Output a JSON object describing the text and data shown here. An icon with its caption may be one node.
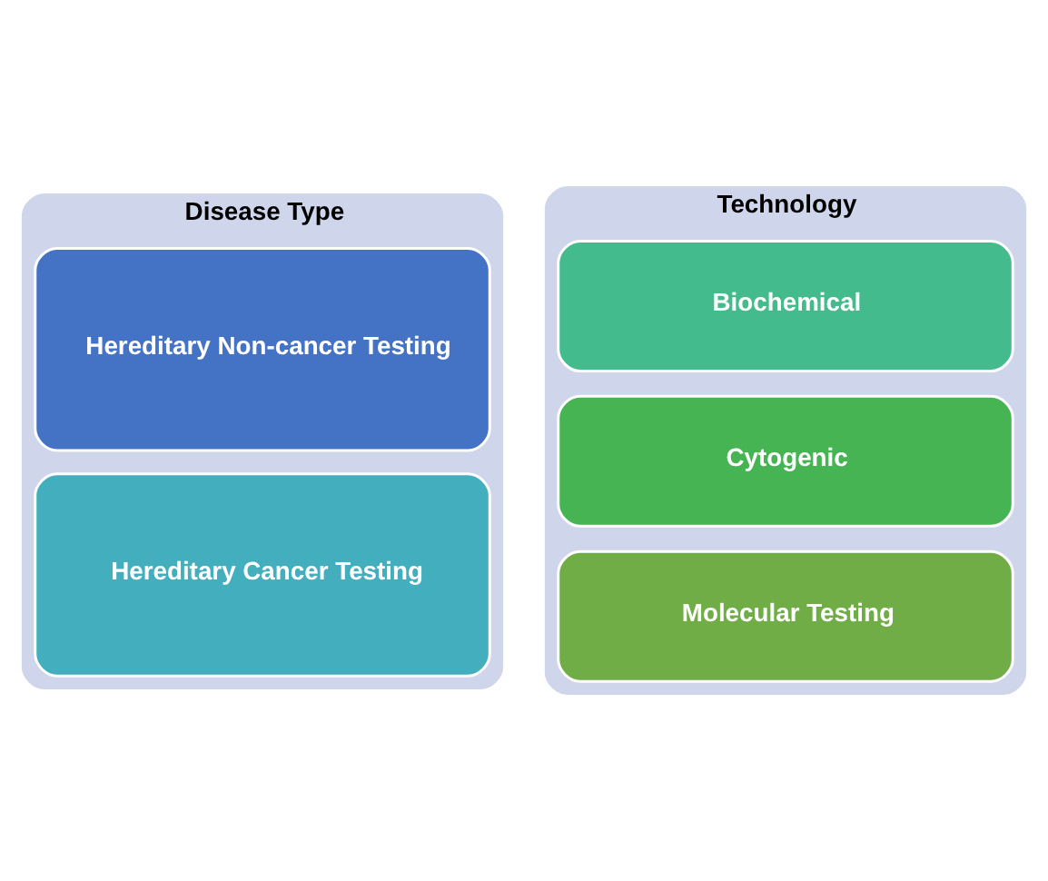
{
  "diagram": {
    "nodes": [
      {
        "text": [
          "Disease Type"
        ]
      },
      {
        "text": [
          "Hereditary Non-cancer Testing"
        ],
        "in": 0
      },
      {
        "text": [
          "Hereditary Cancer Testing"
        ],
        "in": 0
      },
      {
        "text": [
          "Technology"
        ]
      },
      {
        "text": [
          "Biochemical"
        ],
        "in": 3
      },
      {
        "text": [
          "Cytogenic"
        ],
        "in": 3
      },
      {
        "text": [
          "Molecular Testing"
        ],
        "in": 3
      }
    ]
  }
}
